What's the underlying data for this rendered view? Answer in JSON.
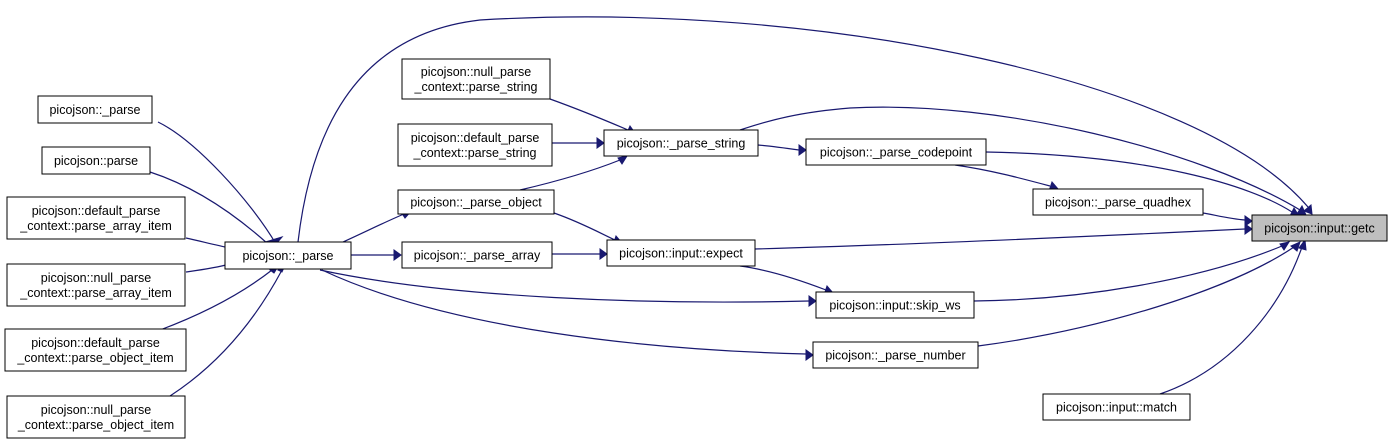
{
  "graph": {
    "edge_color": "#191970",
    "focus_fill": "#bfbfbf",
    "nodes": [
      {
        "id": "p_parse_top",
        "lines": [
          "picojson::_parse"
        ]
      },
      {
        "id": "parse",
        "lines": [
          "picojson::parse"
        ]
      },
      {
        "id": "dp_array_item",
        "lines": [
          "picojson::default_parse",
          "_context::parse_array_item"
        ]
      },
      {
        "id": "np_array_item",
        "lines": [
          "picojson::null_parse",
          "_context::parse_array_item"
        ]
      },
      {
        "id": "dp_object_item",
        "lines": [
          "picojson::default_parse",
          "_context::parse_object_item"
        ]
      },
      {
        "id": "np_object_item",
        "lines": [
          "picojson::null_parse",
          "_context::parse_object_item"
        ]
      },
      {
        "id": "p_parse",
        "lines": [
          "picojson::_parse"
        ]
      },
      {
        "id": "np_string",
        "lines": [
          "picojson::null_parse",
          "_context::parse_string"
        ]
      },
      {
        "id": "dp_string",
        "lines": [
          "picojson::default_parse",
          "_context::parse_string"
        ]
      },
      {
        "id": "p_parse_object",
        "lines": [
          "picojson::_parse_object"
        ]
      },
      {
        "id": "p_parse_array",
        "lines": [
          "picojson::_parse_array"
        ]
      },
      {
        "id": "p_parse_string",
        "lines": [
          "picojson::_parse_string"
        ]
      },
      {
        "id": "input_expect",
        "lines": [
          "picojson::input::expect"
        ]
      },
      {
        "id": "p_parse_codepoint",
        "lines": [
          "picojson::_parse_codepoint"
        ]
      },
      {
        "id": "p_parse_quadhex",
        "lines": [
          "picojson::_parse_quadhex"
        ]
      },
      {
        "id": "input_skip_ws",
        "lines": [
          "picojson::input::skip_ws"
        ]
      },
      {
        "id": "p_parse_number",
        "lines": [
          "picojson::_parse_number"
        ]
      },
      {
        "id": "input_match",
        "lines": [
          "picojson::input::match"
        ]
      },
      {
        "id": "input_getc",
        "lines": [
          "picojson::input::getc"
        ],
        "focus": true
      }
    ],
    "edges": [
      {
        "from": "p_parse",
        "to": "p_parse_top"
      },
      {
        "from": "p_parse",
        "to": "parse"
      },
      {
        "from": "p_parse",
        "to": "dp_array_item"
      },
      {
        "from": "p_parse",
        "to": "np_array_item"
      },
      {
        "from": "p_parse",
        "to": "dp_object_item"
      },
      {
        "from": "p_parse",
        "to": "np_object_item"
      },
      {
        "from": "p_parse_object",
        "to": "p_parse"
      },
      {
        "from": "p_parse_array",
        "to": "p_parse"
      },
      {
        "from": "p_parse_string",
        "to": "np_string"
      },
      {
        "from": "p_parse_string",
        "to": "dp_string"
      },
      {
        "from": "p_parse_string",
        "to": "p_parse_object"
      },
      {
        "from": "input_expect",
        "to": "p_parse_object"
      },
      {
        "from": "input_expect",
        "to": "p_parse_array"
      },
      {
        "from": "p_parse_codepoint",
        "to": "p_parse_string"
      },
      {
        "from": "p_parse_quadhex",
        "to": "p_parse_codepoint"
      },
      {
        "from": "input_skip_ws",
        "to": "input_expect"
      },
      {
        "from": "input_skip_ws",
        "to": "p_parse"
      },
      {
        "from": "p_parse_number",
        "to": "p_parse"
      },
      {
        "from": "input_getc",
        "to": "p_parse"
      },
      {
        "from": "input_getc",
        "to": "p_parse_string"
      },
      {
        "from": "input_getc",
        "to": "p_parse_codepoint"
      },
      {
        "from": "input_getc",
        "to": "p_parse_quadhex"
      },
      {
        "from": "input_getc",
        "to": "input_expect"
      },
      {
        "from": "input_getc",
        "to": "input_skip_ws"
      },
      {
        "from": "input_getc",
        "to": "p_parse_number"
      },
      {
        "from": "input_getc",
        "to": "input_match"
      }
    ]
  }
}
